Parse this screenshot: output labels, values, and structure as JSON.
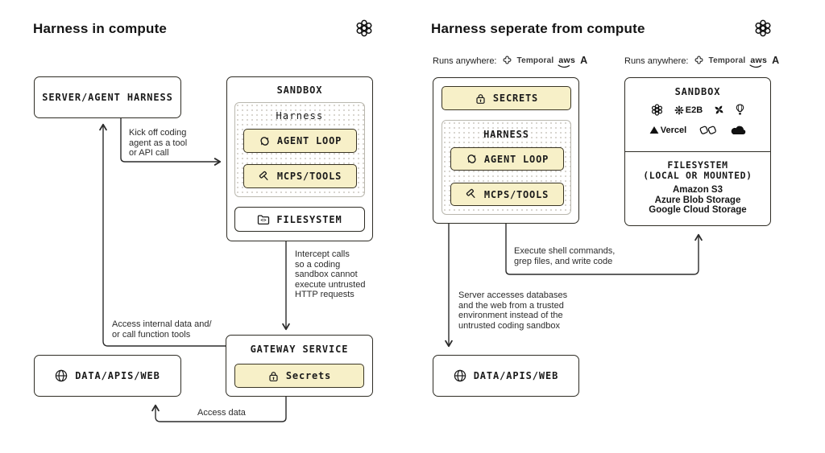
{
  "left": {
    "title": "Harness in compute",
    "server_box_label": "SERVER/AGENT HARNESS",
    "sandbox": {
      "title": "SANDBOX",
      "harness_label": "Harness",
      "agent_loop_label": "AGENT LOOP",
      "mcps_tools_label": "MCPS/TOOLS",
      "filesystem_label": "FILESYSTEM"
    },
    "gateway": {
      "title": "GATEWAY SERVICE",
      "secrets_label": "Secrets"
    },
    "data_box_label": "DATA/APIS/WEB",
    "annotations": {
      "kick_off": "Kick off coding\nagent as a tool\nor API call",
      "intercept": "Intercept calls\nso a coding\nsandbox cannot\nexecute untrusted\nHTTP requests",
      "access_internal": "Access internal data and/\nor call function tools",
      "access_data": "Access data"
    }
  },
  "right": {
    "title": "Harness seperate from compute",
    "runs_anywhere": {
      "label": "Runs anywhere:",
      "temporal_label": "Temporal",
      "aws_label": "aws",
      "anthropic_label": "A"
    },
    "harness_box": {
      "secrets_label": "SECRETS",
      "harness_label": "HARNESS",
      "agent_loop_label": "AGENT LOOP",
      "mcps_tools_label": "MCPS/TOOLS"
    },
    "sandbox": {
      "title": "SANDBOX",
      "e2b_label": "E2B",
      "vercel_label": "Vercel",
      "filesystem_title": "FILESYSTEM\n(LOCAL OR MOUNTED)",
      "storage_providers": "Amazon S3\nAzure Blob Storage\nGoogle Cloud Storage"
    },
    "data_box_label": "DATA/APIS/WEB",
    "annotations": {
      "execute_shell": "Execute shell commands,\ngrep files, and write code",
      "server_access": "Server accesses databases\nand the web from a trusted\nenvironment instead of the\nuntrusted coding sandbox"
    }
  },
  "colors": {
    "accent_yellow": "#f7f0c8",
    "box_border": "#2e2c24",
    "text": "#1b1b1b"
  }
}
